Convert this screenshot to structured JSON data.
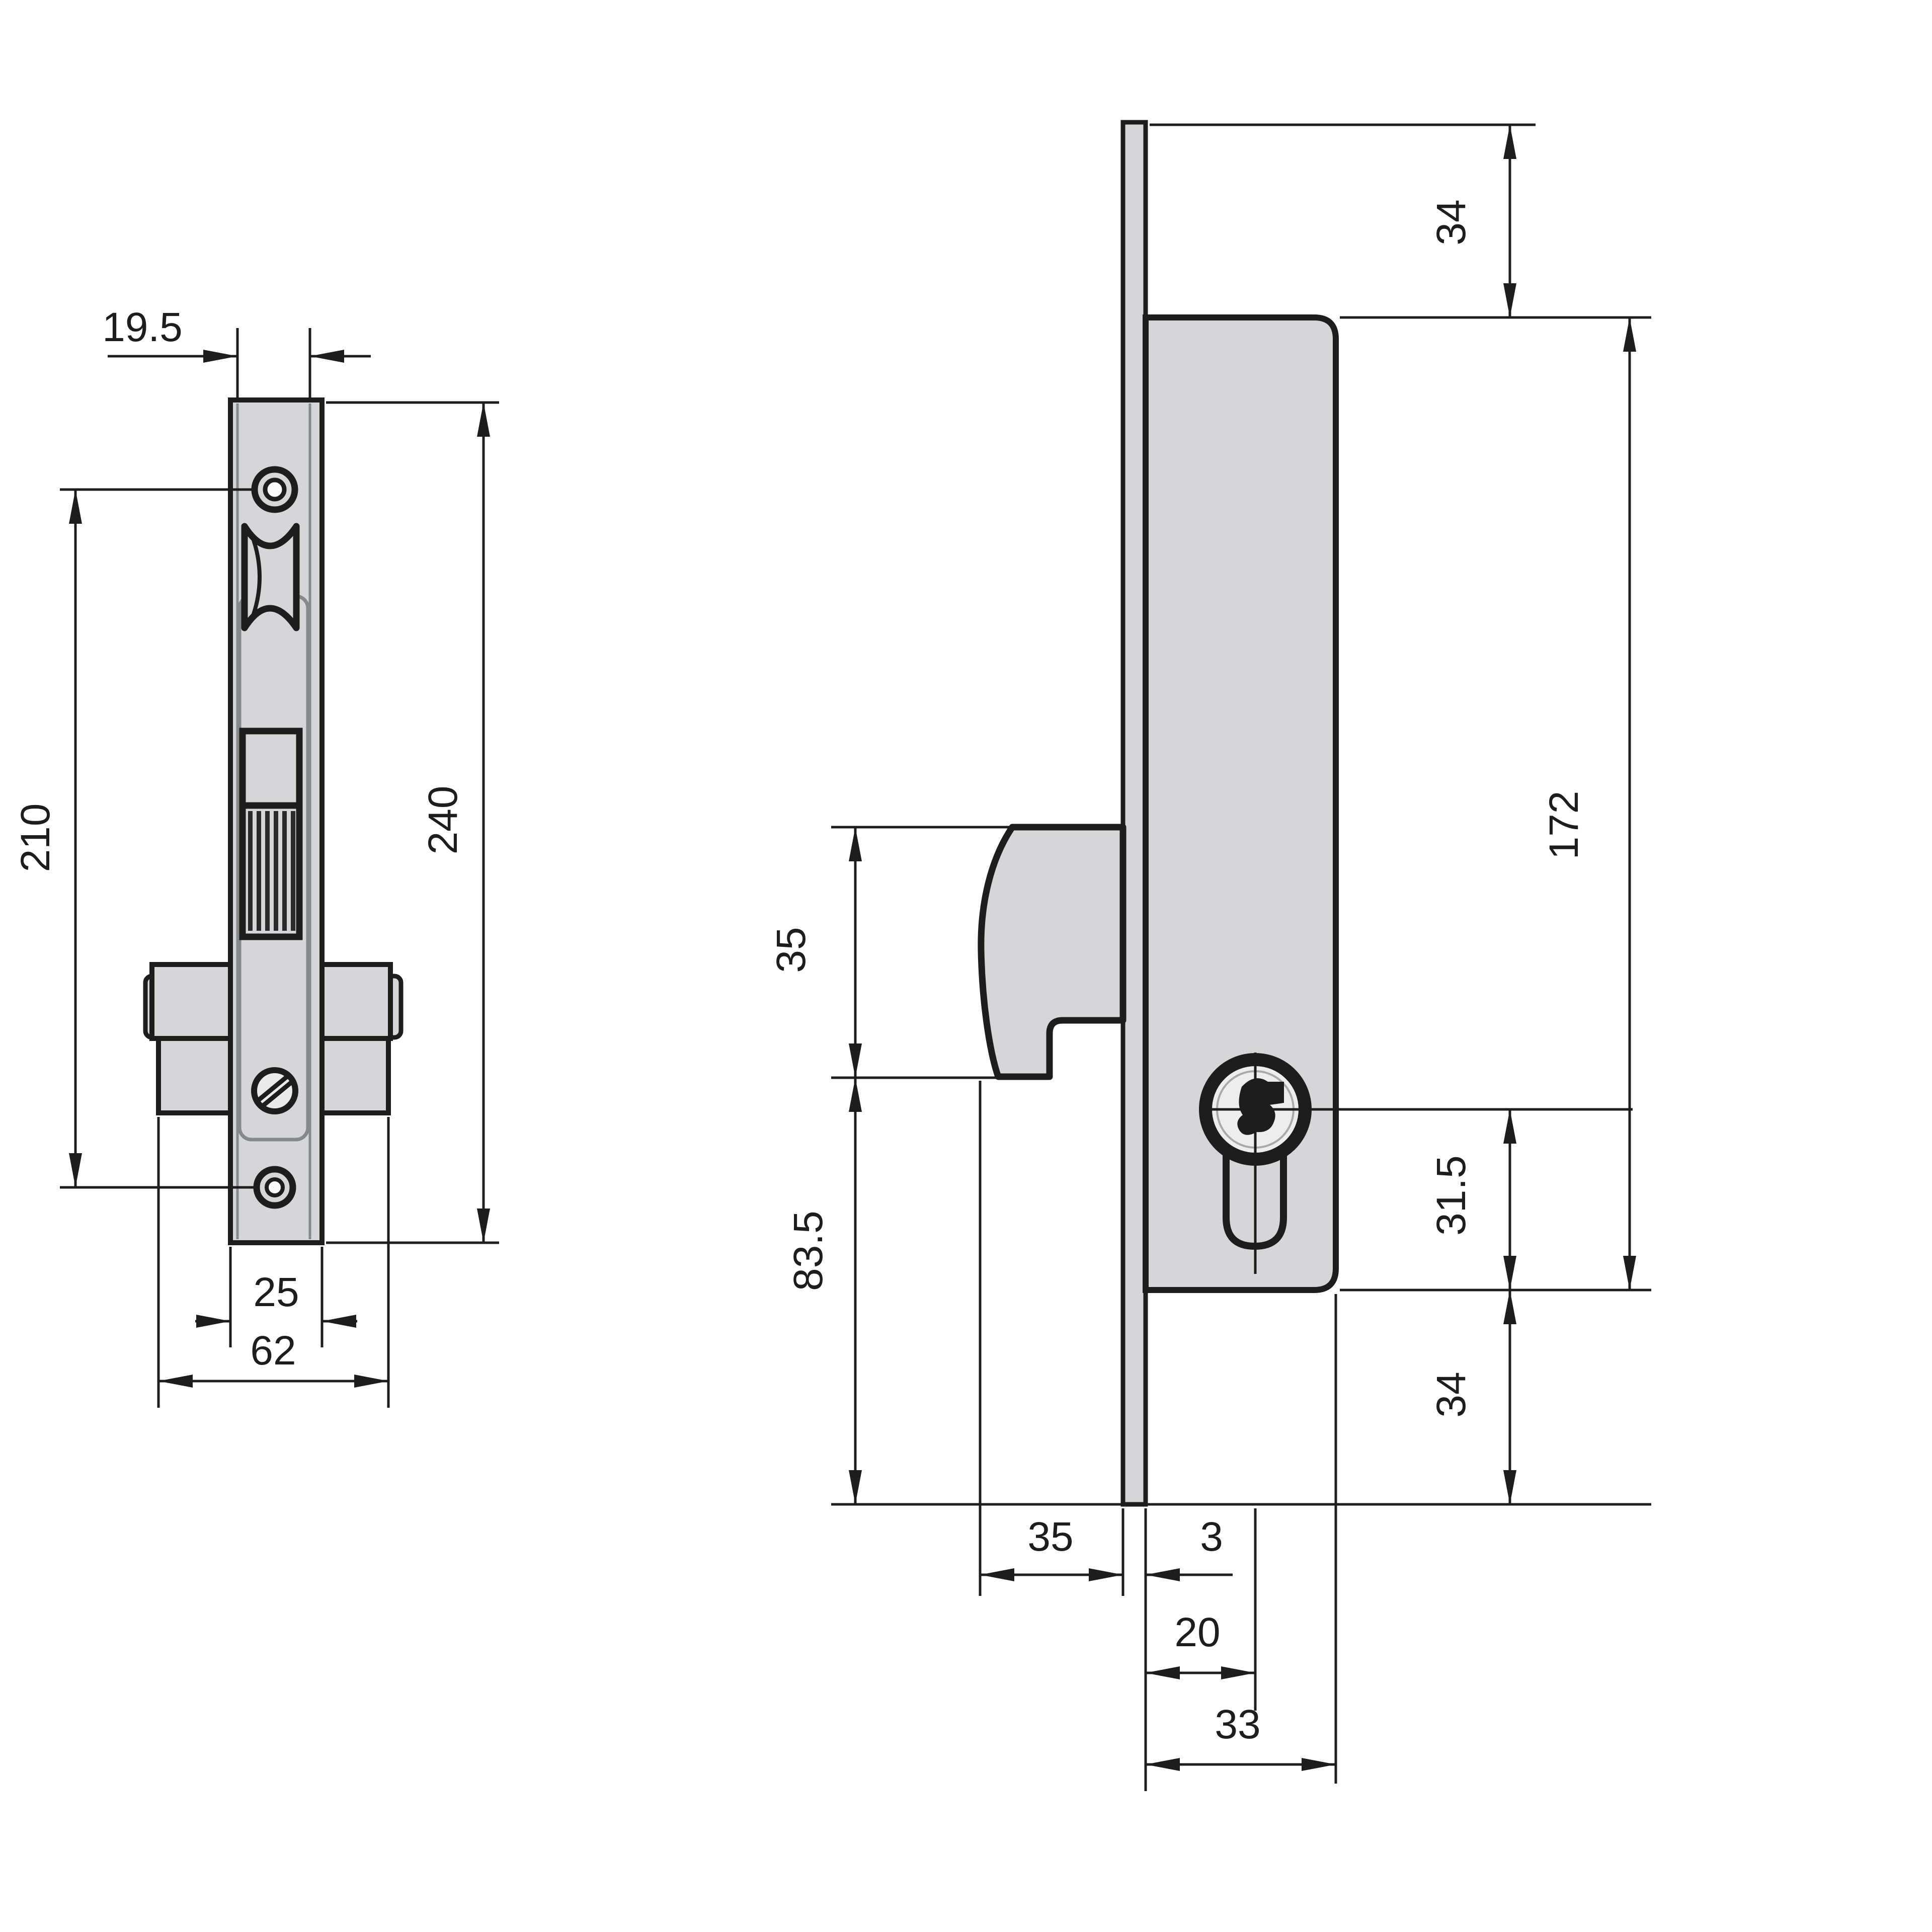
{
  "drawing_title": "mortise-lock-technical-drawing",
  "colors": {
    "line": "#1d1d1b",
    "metal_fill": "#d4d6d9",
    "cylinder_fill": "#eceded",
    "background": "#ffffff"
  },
  "front_view": {
    "dims": {
      "inner_faceplate_width": "19.5",
      "screw_hole_spacing": "210",
      "faceplate_length": "240",
      "faceplate_width": "25",
      "case_width": "62"
    }
  },
  "side_view": {
    "dims": {
      "top_offset": "34",
      "case_height": "172",
      "bolt_height": "35",
      "bolt_bottom_to_plate_end": "83.5",
      "cylinder_to_case_bottom": "31.5",
      "bottom_offset": "34",
      "bolt_throw": "35",
      "faceplate_thickness": "3",
      "backset": "20",
      "case_depth": "33"
    }
  }
}
